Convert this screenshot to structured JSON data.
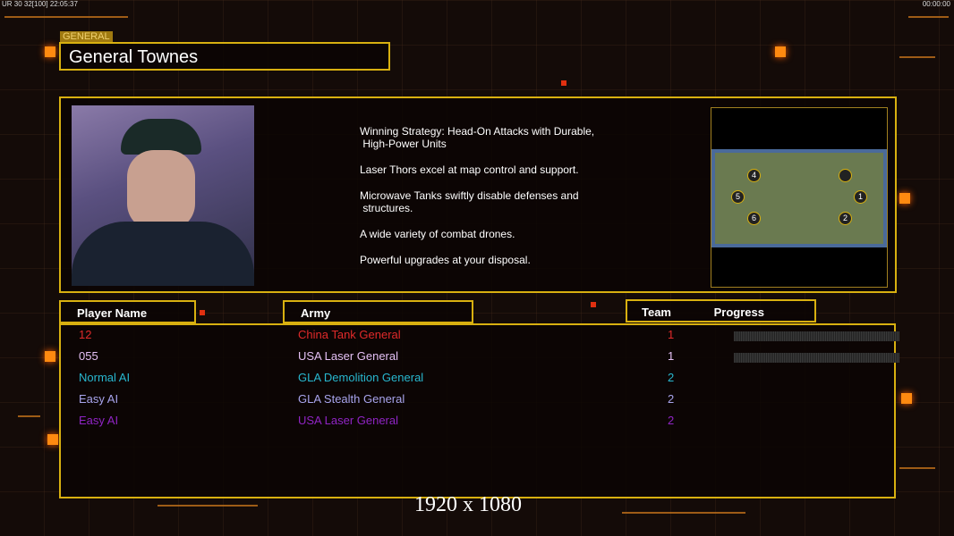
{
  "status_bar": {
    "text": "UR 30 32[100] 22:05:37",
    "clock": "00:00:00"
  },
  "header": {
    "tag": "GENERAL",
    "title": "General Townes"
  },
  "description": [
    "Winning Strategy: Head-On Attacks with Durable,\n High-Power Units",
    "Laser Thors excel at map control and support.",
    "Microwave Tanks swiftly disable defenses and\n structures.",
    "A wide variety of combat drones.",
    "Powerful upgrades at your disposal."
  ],
  "map": {
    "spots": [
      "4",
      "5",
      "6",
      "1",
      "2"
    ]
  },
  "columns": {
    "player": "Player Name",
    "army": "Army",
    "team": "Team",
    "progress": "Progress"
  },
  "players": [
    {
      "name": "12",
      "army": "China Tank General",
      "team": "1",
      "color": "#e02a2a",
      "progress": 0
    },
    {
      "name": "055",
      "army": "USA Laser General",
      "team": "1",
      "color": "#e4c0f4",
      "progress": 0
    },
    {
      "name": "Normal AI",
      "army": "GLA Demolition General",
      "team": "2",
      "color": "#28b8d0"
    },
    {
      "name": "Easy AI",
      "army": "GLA Stealth General",
      "team": "2",
      "color": "#a8a4ec"
    },
    {
      "name": "Easy AI",
      "army": "USA Laser General",
      "team": "2",
      "color": "#9024c4"
    }
  ],
  "resolution": "1920 x 1080"
}
